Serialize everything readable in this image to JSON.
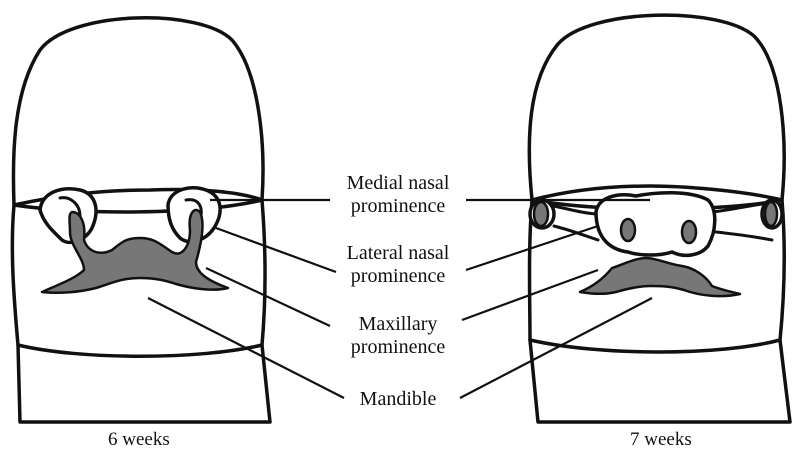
{
  "labels": {
    "medial_nasal": [
      "Medial nasal",
      "prominence"
    ],
    "lateral_nasal": [
      "Lateral nasal",
      "prominence"
    ],
    "maxillary": [
      "Maxillary",
      "prominence"
    ],
    "mandible": [
      "Mandible"
    ]
  },
  "captions": {
    "left": "6 weeks",
    "right": "7 weeks"
  },
  "colors": {
    "outline": "#111111",
    "shading": "#777777",
    "background": "#ffffff"
  }
}
